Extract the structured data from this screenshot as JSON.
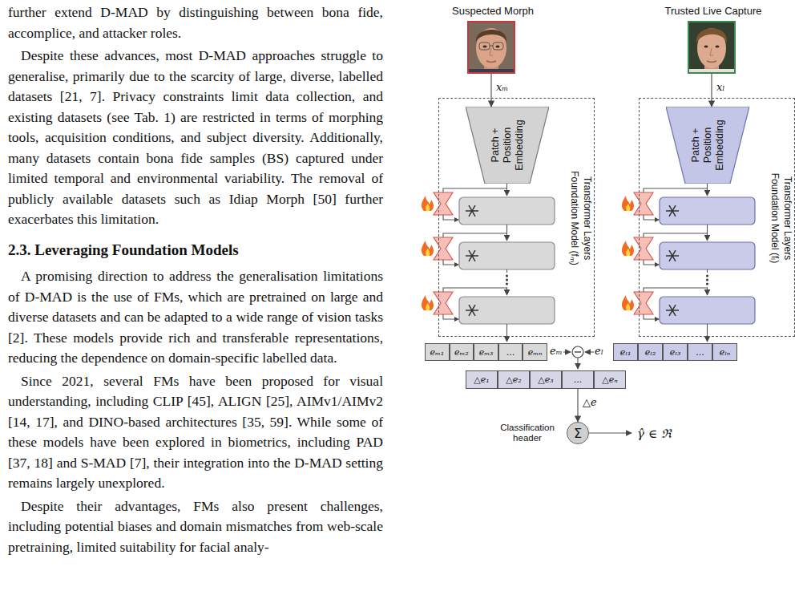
{
  "diagram": {
    "nodes": [
      {
        "text": [
          "Suspected Morph"
        ]
      },
      {
        "text": [
          "Trusted Live Capture"
        ]
      },
      {
        "text": [
          "Foundation Model (fₘ)",
          "Transformer Layers"
        ]
      },
      {
        "text": [
          "Patch + Position Embedding"
        ],
        "in": 2
      },
      {
        "text": [
          "Foundation Model (fₗ)",
          "Transformer Layers"
        ]
      },
      {
        "text": [
          "Patch + Position Embedding"
        ],
        "in": 4
      },
      {
        "text": [
          "eₘ₁"
        ]
      },
      {
        "text": [
          "eₘ₂"
        ]
      },
      {
        "text": [
          "eₘ₃"
        ]
      },
      {
        "text": [
          "..."
        ]
      },
      {
        "text": [
          "eₘₙ"
        ]
      },
      {
        "text": [
          "eₗ₁"
        ]
      },
      {
        "text": [
          "eₗ₂"
        ]
      },
      {
        "text": [
          "eₗ₃"
        ]
      },
      {
        "text": [
          "..."
        ]
      },
      {
        "text": [
          "eₗₙ"
        ]
      },
      {
        "text": [
          "△e₁"
        ]
      },
      {
        "text": [
          "△e₂"
        ]
      },
      {
        "text": [
          "△e₃"
        ]
      },
      {
        "text": [
          "..."
        ]
      },
      {
        "text": [
          "△eₙ"
        ]
      },
      {
        "text": [
          "Classification header",
          "Σ"
        ]
      }
    ],
    "edges": [
      {
        "from": 0,
        "to": 3,
        "label": "xₘ",
        "arrow": "to"
      },
      {
        "from": 1,
        "to": 5,
        "label": "xₗ",
        "arrow": "to"
      },
      {
        "from": 19,
        "to": 21,
        "label": "△e",
        "arrow": "to"
      }
    ],
    "labels": [
      "further extend D-MAD by distinguishing between bona fide, accomplice, and attacker roles.",
      "Despite these advances, most D-MAD approaches struggle to generalise, primarily due to the scarcity of large, diverse, labelled datasets [21, 7]. Privacy constraints limit data collection, and existing datasets (see Tab. 1) are restricted in terms of morphing tools, acquisition conditions, and subject diversity. Additionally, many datasets contain bona fide samples (BS) captured under limited temporal and environmental variability. The removal of publicly available datasets such as Idiap Morph [50] further exacerbates this limitation.",
      "2.3. Leveraging Foundation Models",
      "A promising direction to address the generalisation limitations of D-MAD is the use of FMs, which are pretrained on large and diverse datasets and can be adapted to a wide range of vision tasks [2]. These models provide rich and transferable representations, reducing the dependence on domain-specific labelled data.",
      "Since 2021, several FMs have been proposed for visual understanding, including CLIP [45], ALIGN [25], AIMv1/AIMv2 [14, 17], and DINO-based architectures [35, 59]. While some of these models have been explored in biometrics, including PAD [37, 18] and S-MAD [7], their integration into the D-MAD setting remains largely unexplored.",
      "Despite their advantages, FMs also present challenges, including potential biases and domain mismatches from web-scale pretraining, limited suitability for facial analy-",
      "eₘ",
      "eₗ",
      "γ̂ ∈ ℜ"
    ]
  }
}
